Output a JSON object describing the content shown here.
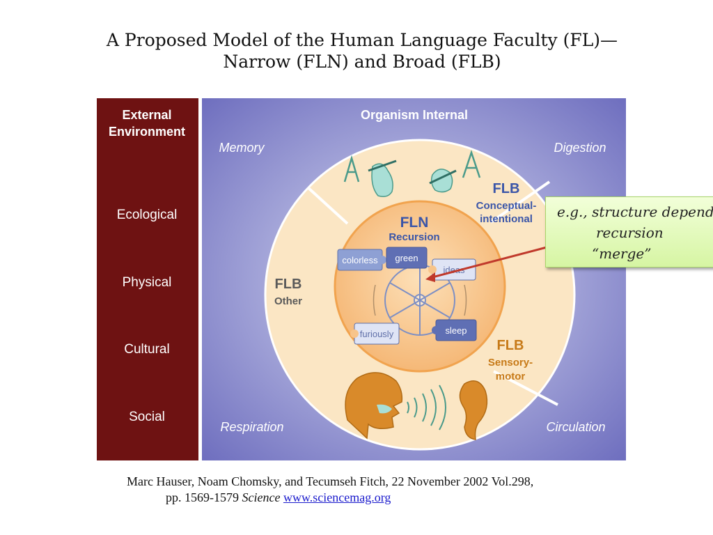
{
  "title": {
    "line1": "A Proposed Model of the Human Language Faculty (FL)—",
    "line2": "Narrow (FLN) and Broad (FLB)"
  },
  "external": {
    "heading_line1": "External",
    "heading_line2": "Environment",
    "items": [
      "Ecological",
      "Physical",
      "Cultural",
      "Social"
    ]
  },
  "internal": {
    "heading": "Organism Internal",
    "corners": {
      "memory": "Memory",
      "digestion": "Digestion",
      "respiration": "Respiration",
      "circulation": "Circulation"
    },
    "flb_conceptual": {
      "title": "FLB",
      "line1": "Conceptual-",
      "line2": "intentional"
    },
    "flb_other": {
      "title": "FLB",
      "line1": "Other"
    },
    "flb_sensory": {
      "title": "FLB",
      "line1": "Sensory-",
      "line2": "motor"
    },
    "fln": {
      "title": "FLN",
      "subtitle": "Recursion"
    },
    "puzzle_words": {
      "colorless": "colorless",
      "green": "green",
      "ideas": "ideas",
      "furiously": "furiously",
      "sleep": "sleep"
    }
  },
  "callout": {
    "line1": "e.g., structure dependence",
    "line2": "recursion",
    "line3": "“merge”"
  },
  "citation": {
    "line1": "Marc Hauser, Noam Chomsky, and Tecumseh Fitch, 22 November 2002 Vol.298,",
    "line2_prefix": "pp. 1569-1579",
    "journal": "Science",
    "link": "www.sciencemag.org"
  },
  "colors": {
    "external_panel": "#6e1212",
    "internal_bg": "#6f6fbf",
    "outer_ring": "#fbe6c4",
    "fln_circle": "#f7c48a",
    "arrow": "#c0392b",
    "callout_bg": "#d6f5a3"
  }
}
